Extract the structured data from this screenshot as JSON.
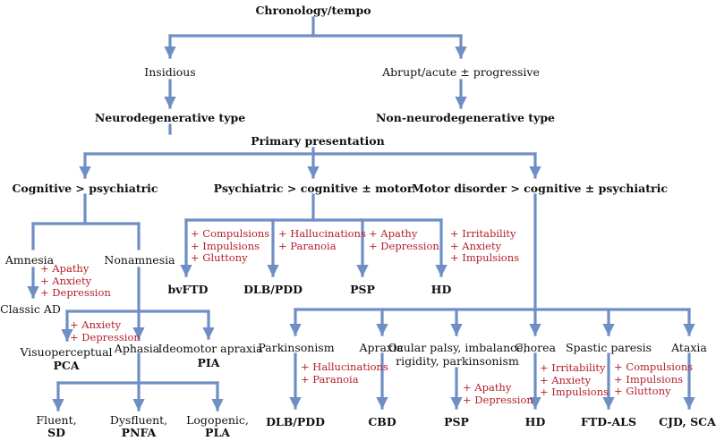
{
  "nodes": {
    "root": "Chronology/tempo",
    "insidious": "Insidious",
    "abrupt": "Abrupt/acute ± progressive",
    "neuro": "Neurodegenerative type",
    "nonneuro": "Non-neurodegenerative type",
    "primary": "Primary presentation",
    "cog": "Cognitive > psychiatric",
    "psy": "Psychiatric > cognitive ± motor",
    "motor": "Motor disorder > cognitive ± psychiatric",
    "amnesia": "Amnesia",
    "nonamnesia": "Nonamnesia",
    "classic_ad": "Classic AD",
    "visuo": "Visuoperceptual",
    "pca": "PCA",
    "aphasia": "Aphasia",
    "ideomotor": "Ideomotor apraxia",
    "pia": "PIA",
    "fluent": "Fluent,",
    "sd": "SD",
    "dysfluent": "Dysfluent,",
    "pnfa": "PNFA",
    "logopenic": "Logopenic,",
    "pla": "PLA",
    "bvftd": "bvFTD",
    "dlb_pdd_1": "DLB/PDD",
    "psp_1": "PSP",
    "hd_1": "HD",
    "parkinsonism": "Parkinsonism",
    "apraxia": "Apraxia",
    "ocular_1": "Ocular palsy, imbalance,",
    "ocular_2": "rigidity, parkinsonism",
    "chorea": "Chorea",
    "spastic": "Spastic paresis",
    "ataxia": "Ataxia",
    "dlb_pdd_2": "DLB/PDD",
    "cbd": "CBD",
    "psp_2": "PSP",
    "hd_2": "HD",
    "ftd_als": "FTD-ALS",
    "cjd_sca": "CJD, SCA"
  },
  "features": {
    "amnesia": [
      "+ Apathy",
      "+ Anxiety",
      "+ Depression"
    ],
    "visuo": [
      "+ Anxiety",
      "+ Depression"
    ],
    "bvftd": [
      "+ Compulsions",
      "+ Impulsions",
      "+ Gluttony"
    ],
    "dlb": [
      "+ Hallucinations",
      "+ Paranoia"
    ],
    "psp": [
      "+ Apathy",
      "+ Depression"
    ],
    "hd": [
      "+ Irritability",
      "+ Anxiety",
      "+ Impulsions"
    ],
    "parkinsonism": [
      "+ Hallucinations",
      "+ Paranoia"
    ],
    "ocular": [
      "+ Apathy",
      "+ Depression"
    ],
    "chorea": [
      "+ Irritability",
      "+ Anxiety",
      "+ Impulsions"
    ],
    "spastic": [
      "+ Compulsions",
      "+ Impulsions",
      "+ Gluttony"
    ]
  },
  "colors": {
    "connector": "#6f8fc4",
    "feature_text": "#b3202a",
    "node_text": "#111111"
  }
}
